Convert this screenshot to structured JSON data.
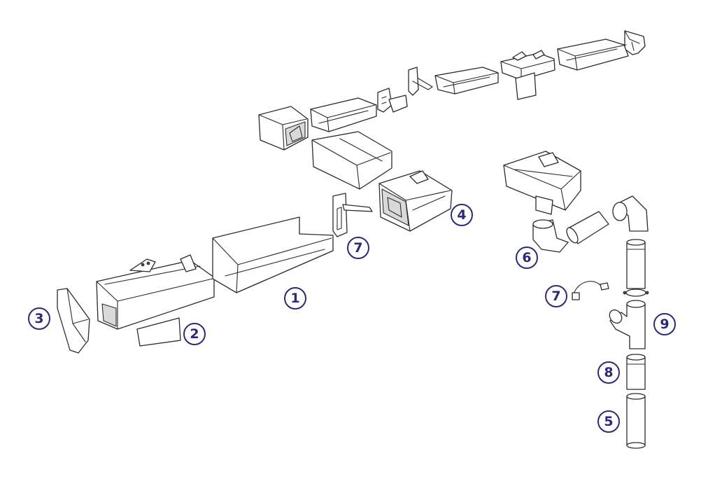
{
  "labels": [
    {
      "id": "gutter-length",
      "text": "1"
    },
    {
      "id": "gutter-outlet-front",
      "text": "2"
    },
    {
      "id": "stop-end",
      "text": "3"
    },
    {
      "id": "outlet-angle",
      "text": "4"
    },
    {
      "id": "bracket-upper",
      "text": "7"
    },
    {
      "id": "outlet-right",
      "text": "6"
    },
    {
      "id": "pipe-clip",
      "text": "7"
    },
    {
      "id": "branch",
      "text": "9"
    },
    {
      "id": "socket",
      "text": "8"
    },
    {
      "id": "downpipe",
      "text": "5"
    }
  ],
  "colors": {
    "label": "#2c2a78",
    "outline": "#2b2b2b",
    "fill": "#ffffff",
    "shade": "#d9d9d9"
  }
}
